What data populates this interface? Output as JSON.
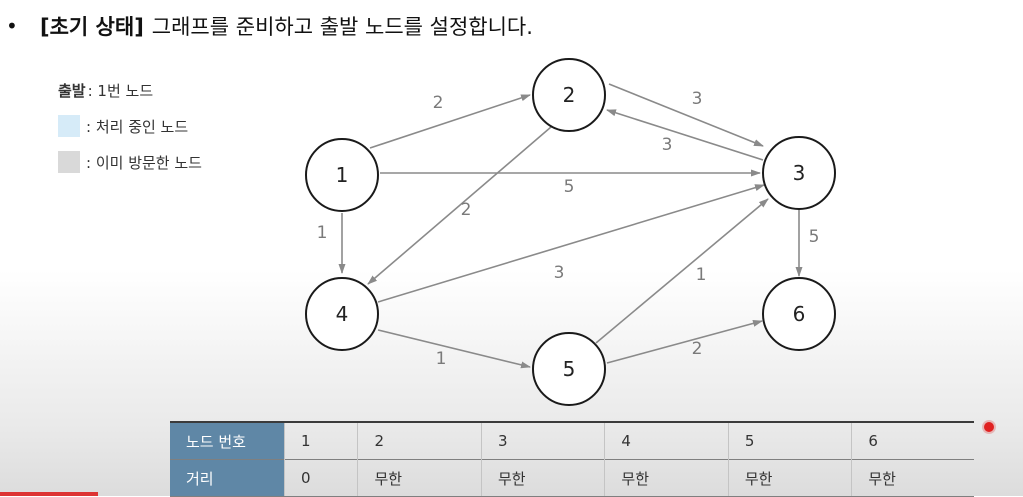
{
  "heading": {
    "bullet": "•",
    "tag": "[초기 상태]",
    "text": "그래프를 준비하고 출발 노드를 설정합니다."
  },
  "legend": {
    "start_label": "출발",
    "start_value": ": 1번 노드",
    "processing": ": 처리 중인 노드",
    "visited": ": 이미 방문한 노드",
    "colors": {
      "processing": "#d6ebf8",
      "visited": "#d9d9d9"
    }
  },
  "graph": {
    "nodes": [
      "1",
      "2",
      "3",
      "4",
      "5",
      "6"
    ],
    "edges": [
      {
        "from": "1",
        "to": "2",
        "weight": "2"
      },
      {
        "from": "1",
        "to": "3",
        "weight": "5"
      },
      {
        "from": "1",
        "to": "4",
        "weight": "1"
      },
      {
        "from": "2",
        "to": "3",
        "weight": "3"
      },
      {
        "from": "2",
        "to": "4",
        "weight": "2"
      },
      {
        "from": "3",
        "to": "2",
        "weight": "3"
      },
      {
        "from": "3",
        "to": "6",
        "weight": "5"
      },
      {
        "from": "4",
        "to": "3",
        "weight": "3"
      },
      {
        "from": "4",
        "to": "5",
        "weight": "1"
      },
      {
        "from": "5",
        "to": "3",
        "weight": "1"
      },
      {
        "from": "5",
        "to": "6",
        "weight": "2"
      }
    ]
  },
  "table": {
    "row_headers": [
      "노드 번호",
      "거리"
    ],
    "node_numbers": [
      "1",
      "2",
      "3",
      "4",
      "5",
      "6"
    ],
    "distances": [
      "0",
      "무한",
      "무한",
      "무한",
      "무한",
      "무한"
    ],
    "header_color": "#5f87a6"
  }
}
